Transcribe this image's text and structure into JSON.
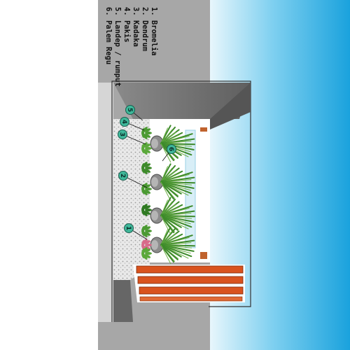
{
  "legend": {
    "items": [
      "1. Bromelia",
      "2. Dendrum",
      "3. Kadaka",
      "4. Pakis",
      "5. Landep / rumput",
      "6. Palem Regu"
    ]
  },
  "markers": [
    "1",
    "2",
    "3",
    "4",
    "5",
    "6"
  ],
  "colors": {
    "sky_top": "#1aa2dd",
    "sky_bottom": "#e8f6fb",
    "wall_gray": "#a5a5a5",
    "wall_dark": "#7d7d7d",
    "ceiling": "#6e6e6e",
    "marker_fill": "#3fb89a",
    "wood": "#d9531e",
    "plant_green": "#3d8a2a"
  },
  "icons": {
    "plant": "potted-palm-icon",
    "marker": "numbered-circle-icon"
  }
}
